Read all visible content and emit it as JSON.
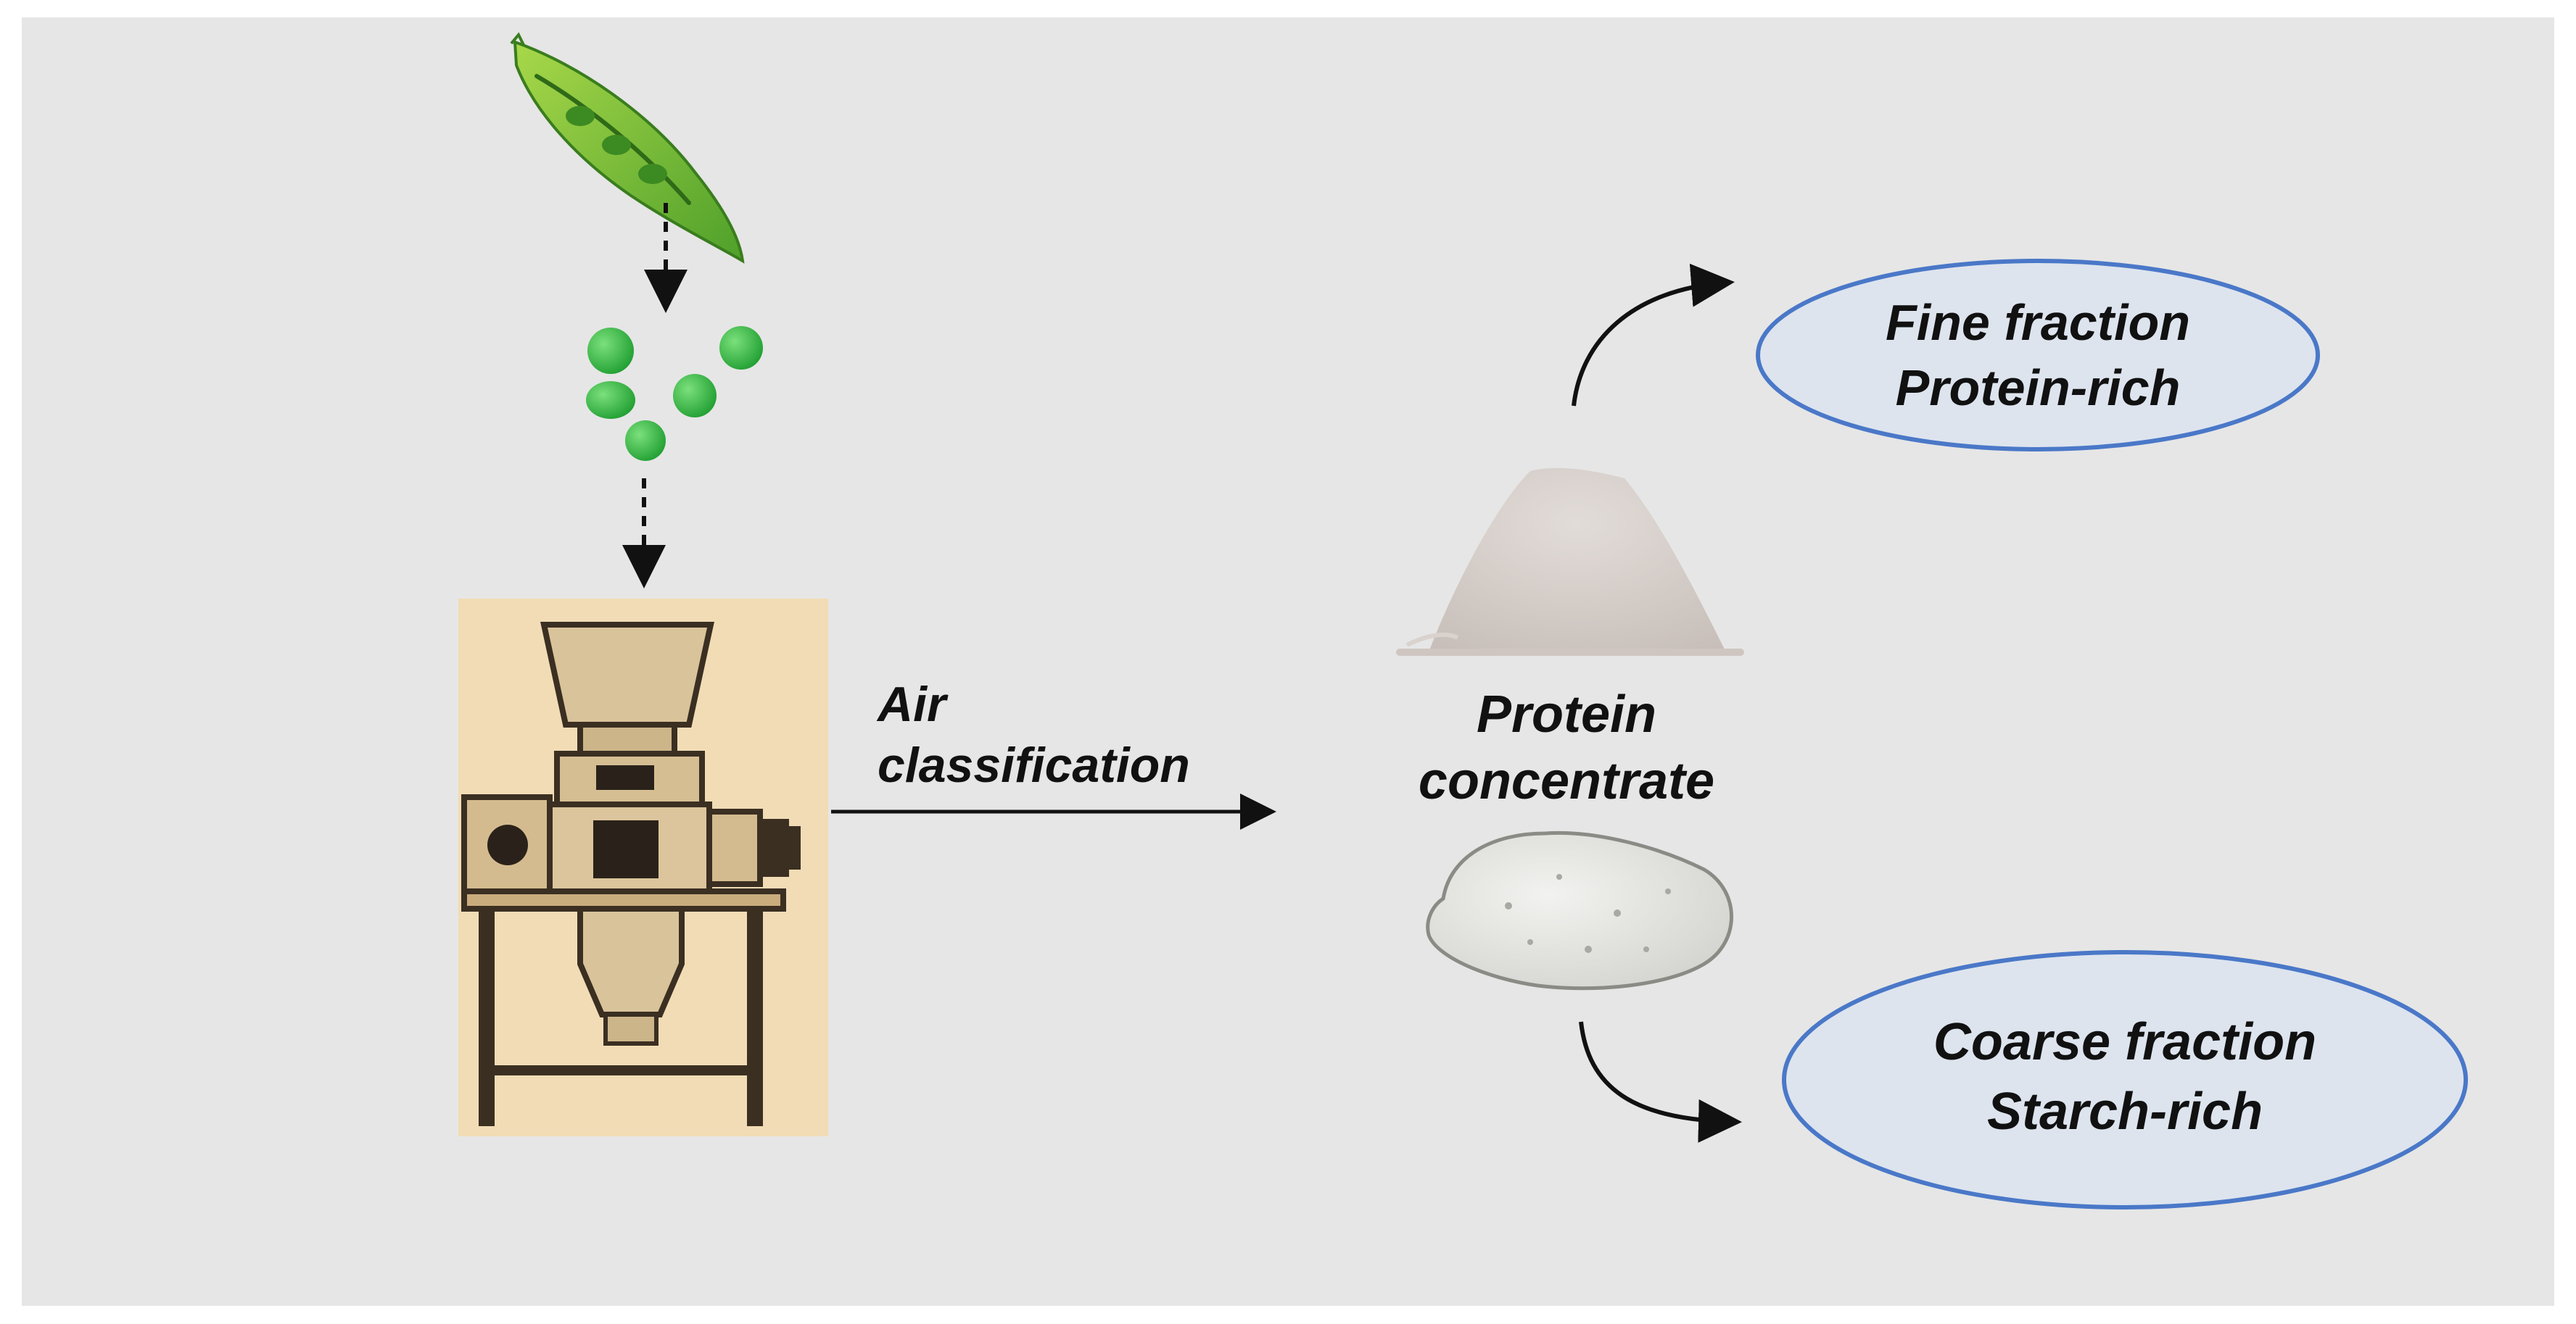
{
  "process": {
    "step_label": "Air classification",
    "step_label_line1": "Air",
    "step_label_line2": "classification"
  },
  "product": {
    "label_line1": "Protein",
    "label_line2": "concentrate"
  },
  "outputs": {
    "fine": {
      "line1": "Fine fraction",
      "line2": "Protein-rich"
    },
    "coarse": {
      "line1": "Coarse fraction",
      "line2": "Starch-rich"
    }
  },
  "colors": {
    "background": "#e6e6e6",
    "ellipse_fill": "#dde4ee",
    "ellipse_stroke": "#4a78c8",
    "pea_green": "#3cb43c",
    "pod_green": "#7cc23a",
    "machine_bg": "#f1dcb5",
    "arrow": "#111111"
  },
  "icons": [
    "pea-pod-icon",
    "pea-icon",
    "mill-machine-icon",
    "powder-pile-icon",
    "flour-heap-icon"
  ]
}
